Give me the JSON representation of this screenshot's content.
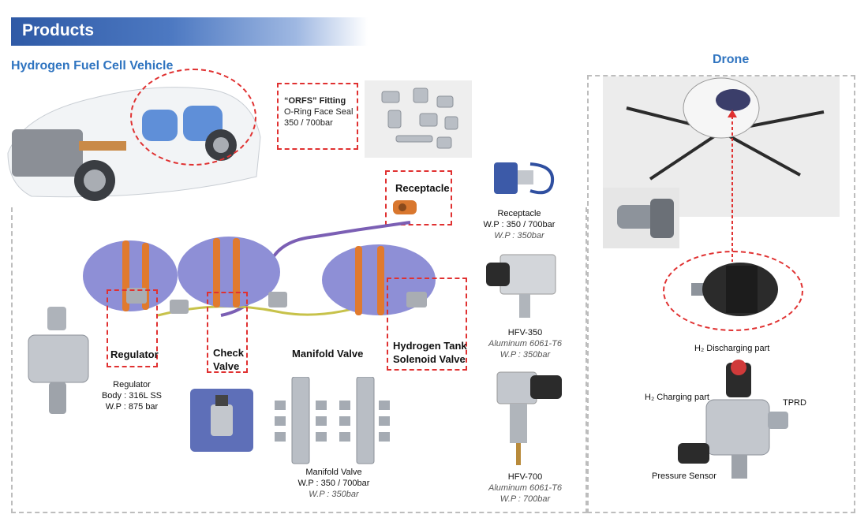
{
  "header": {
    "title": "Products"
  },
  "vehicle": {
    "title": "Hydrogen Fuel Cell Vehicle",
    "orfs": {
      "name": "“ORFS” Fitting",
      "line1": "O-Ring Face Seal",
      "line2": "350 / 700bar"
    },
    "receptacle_label": "Receptacle",
    "regulator_label": "Regulator",
    "check_valve_label_1": "Check",
    "check_valve_label_2": "Valve",
    "manifold_label": "Manifold Valve",
    "solenoid_label_1": "Hydrogen Tank",
    "solenoid_label_2": "Solenoid Valve",
    "regulator_caption": {
      "name": "Regulator",
      "body": "Body : 316L SS",
      "wp": "W.P : 875 bar"
    },
    "manifold_caption": {
      "name": "Manifold Valve",
      "wp": "W.P : 350 / 700bar",
      "wp2": "W.P : 350bar"
    },
    "receptacle_caption": {
      "name": "Receptacle",
      "wp": "W.P : 350 / 700bar",
      "wp2": "W.P : 350bar"
    },
    "hfv350": {
      "name": "HFV-350",
      "material": "Aluminum 6061-T6",
      "wp": "W.P : 350bar"
    },
    "hfv700": {
      "name": "HFV-700",
      "material": "Aluminum 6061-T6",
      "wp": "W.P : 700bar"
    }
  },
  "drone": {
    "title": "Drone",
    "discharging": "H₂  Discharging part",
    "charging": "H₂ Charging part",
    "tprd": "TPRD",
    "pressure_sensor": "Pressure Sensor"
  },
  "colors": {
    "accent": "#2f74c0",
    "banner": "#2f5aa6",
    "dash_red": "#e03131",
    "tank": "#8e8fd6",
    "band": "#e07a2e"
  }
}
